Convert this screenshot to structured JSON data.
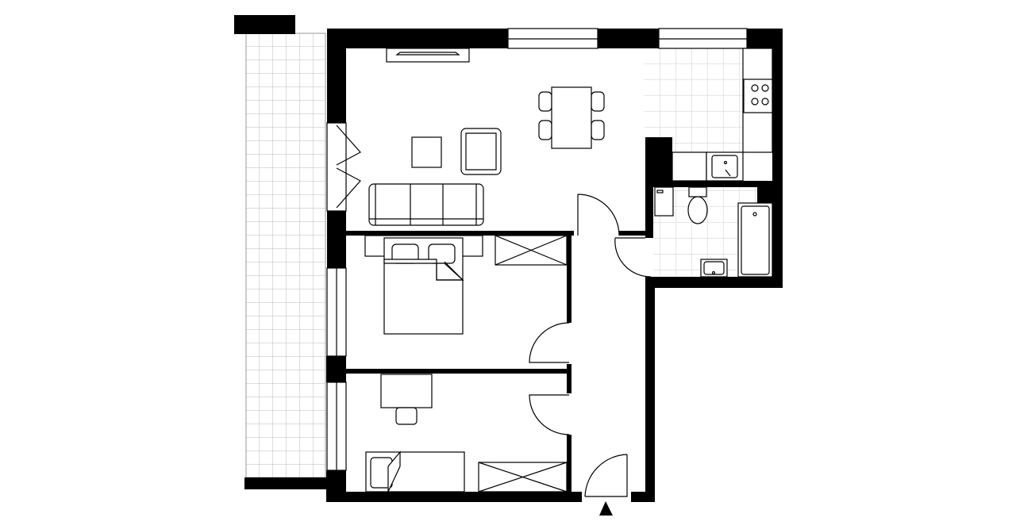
{
  "plan": {
    "colors": {
      "wall": "#000000",
      "background": "#ffffff",
      "tile_grid": "#bbbbbb"
    },
    "rooms": [
      "living-room",
      "kitchen",
      "bathroom",
      "bedroom",
      "second-bedroom",
      "hallway",
      "balcony"
    ],
    "entrance_marker": "triangle-up"
  }
}
